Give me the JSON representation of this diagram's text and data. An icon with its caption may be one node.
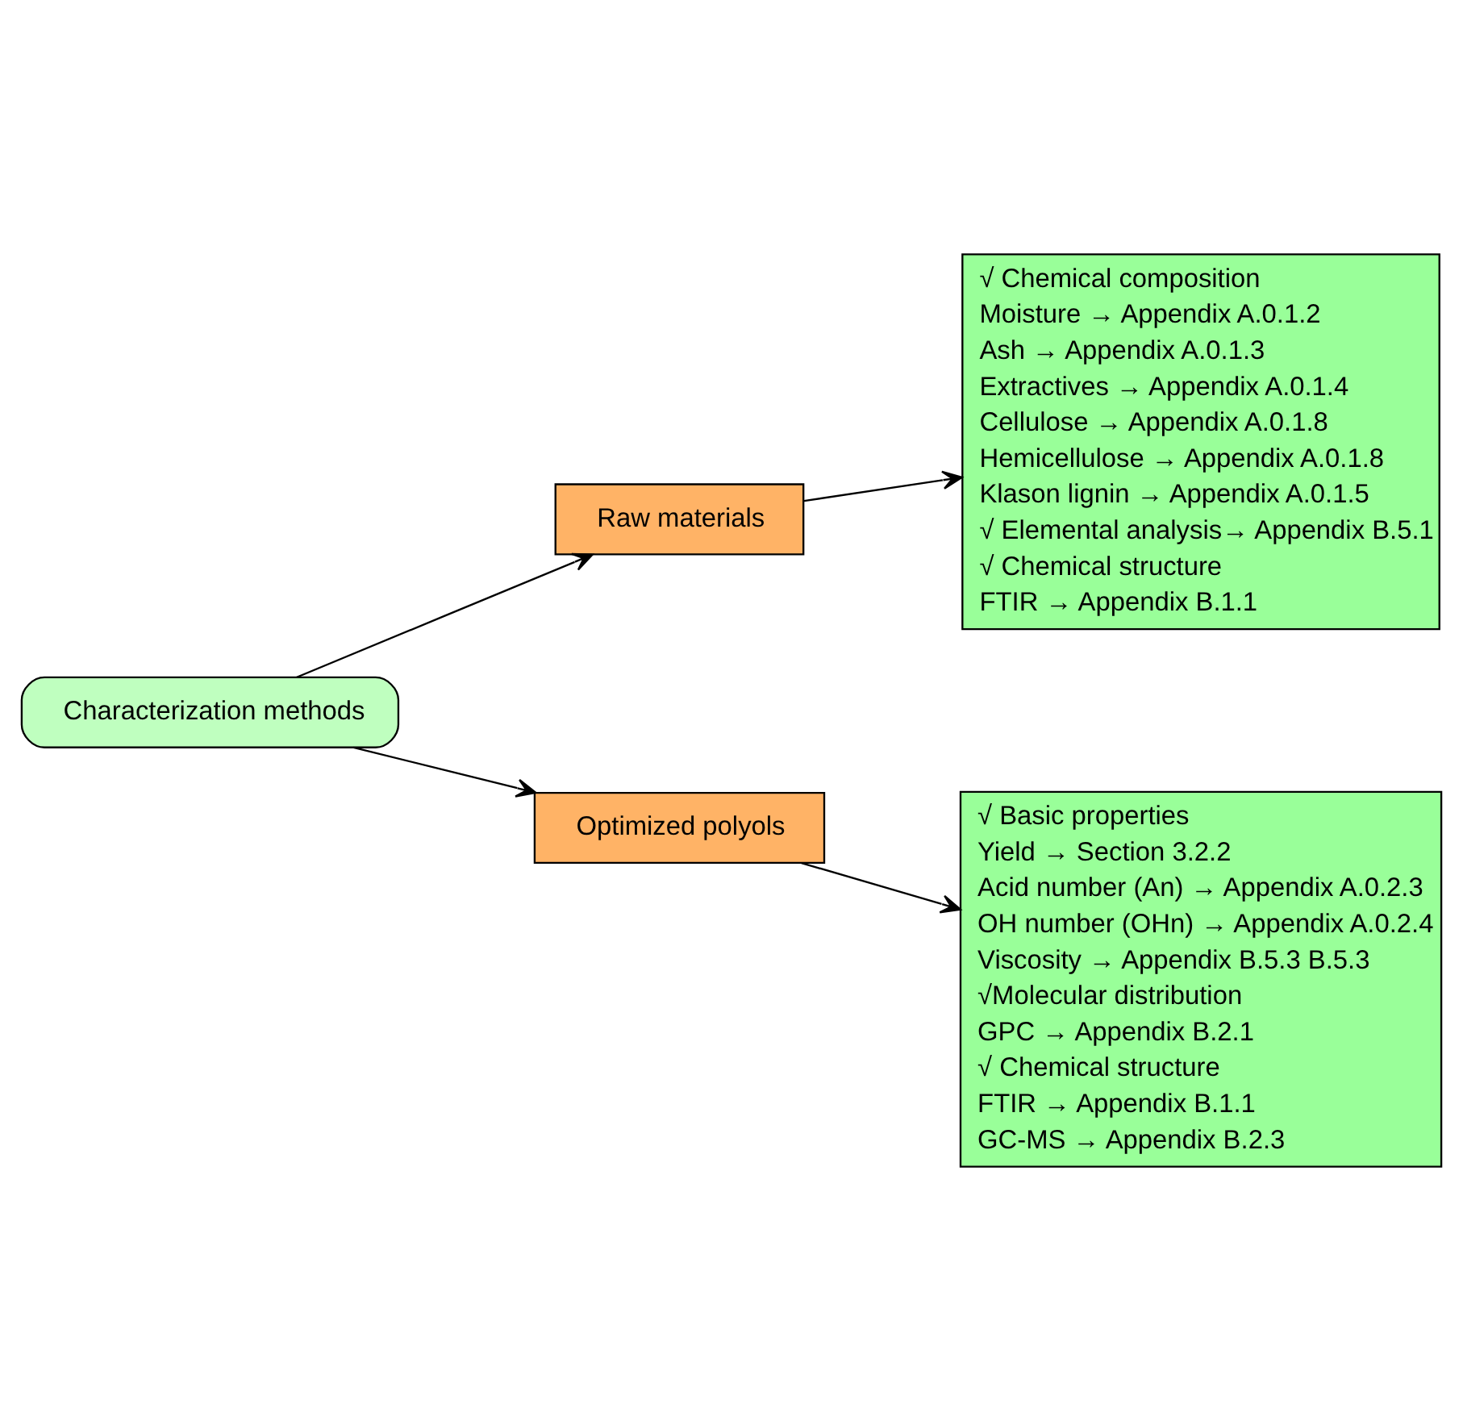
{
  "diagram": {
    "nodes": [
      {
        "text": [
          "Characterization methods"
        ]
      },
      {
        "text": [
          "Raw materials"
        ]
      },
      {
        "text": [
          "√ Chemical composition",
          "Moisture → Appendix A.0.1.2",
          "Ash → Appendix A.0.1.3",
          "Extractives → Appendix A.0.1.4",
          "Cellulose → Appendix A.0.1.8",
          "Hemicellulose → Appendix A.0.1.8",
          "Klason lignin → Appendix A.0.1.5",
          "√ Elemental analysis→ Appendix B.5.1",
          "√ Chemical structure",
          "FTIR → Appendix B.1.1"
        ]
      },
      {
        "text": [
          "Optimized polyols"
        ]
      },
      {
        "text": [
          "√ Basic properties",
          "Yield → Section 3.2.2",
          "Acid number (An) → Appendix A.0.2.3",
          "OH number (OHn) → Appendix A.0.2.4",
          "Viscosity → Appendix B.5.3 B.5.3",
          "√Molecular distribution",
          "GPC → Appendix B.2.1",
          "√ Chemical structure",
          "FTIR → Appendix B.1.1",
          "GC-MS → Appendix B.2.3"
        ]
      }
    ],
    "edges": [
      {
        "from": 0,
        "to": 1,
        "arrow": "to"
      },
      {
        "from": 0,
        "to": 3,
        "arrow": "to"
      },
      {
        "from": 1,
        "to": 2,
        "arrow": "to"
      },
      {
        "from": 3,
        "to": 4,
        "arrow": "to"
      }
    ]
  }
}
